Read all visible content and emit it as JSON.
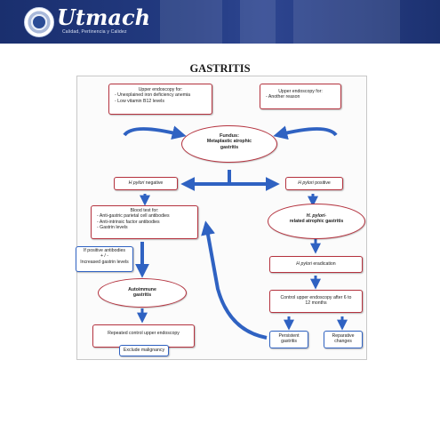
{
  "header": {
    "brand_name": "Utmach",
    "brand_tagline": "Calidad, Pertinencia y Calidez",
    "banner_color": "#223a80"
  },
  "slide": {
    "title": "GASTRITIS"
  },
  "flowchart": {
    "box_border_color": "#b5333f",
    "arrow_color": "#2f62c2",
    "nodes": {
      "endoscopy_iron": {
        "title": "Upper endoscopy for:",
        "items": [
          "- Unexplained iron deficiency anemia",
          "- Low vitamin B12 levels"
        ]
      },
      "endoscopy_other": {
        "title": "Upper endoscopy for:",
        "items": [
          "- Another reason"
        ]
      },
      "fundus": {
        "title": "Fundus:",
        "subtitle": "Metaplastic atrophic gastritis"
      },
      "hp_negative": {
        "label_italic": "H pylori",
        "label_rest": " negative"
      },
      "hp_positive": {
        "label_italic": "H pylori",
        "label_rest": " positive"
      },
      "blood_test": {
        "title": "Blood test for:",
        "items": [
          "- Anti-gastric parietal cell antibodies",
          "- Anti-intrinsic factor antibodies",
          "- Gastrin levels"
        ]
      },
      "hp_related": {
        "title_italic": "H. pylori-",
        "title_rest": "related atrophic gastritis"
      },
      "positive_antibodies": {
        "line1": "If positive antibodies",
        "line2": "+ / -",
        "line3": "Increased gastrin levels"
      },
      "hp_eradication": {
        "label_italic": "H pylori",
        "label_rest": " eradication"
      },
      "autoimmune": {
        "label": "Autoimmune gastritis"
      },
      "control_endoscopy": {
        "label": "Control upper endoscopy after 6 to 12 months"
      },
      "repeated_control": {
        "label": "Repeated control upper endoscopy"
      },
      "exclude_malignancy": {
        "label": "Exclude malignancy"
      },
      "persistent": {
        "label": "Persistent gastritis"
      },
      "reparative": {
        "label": "Reparative changes"
      }
    }
  }
}
